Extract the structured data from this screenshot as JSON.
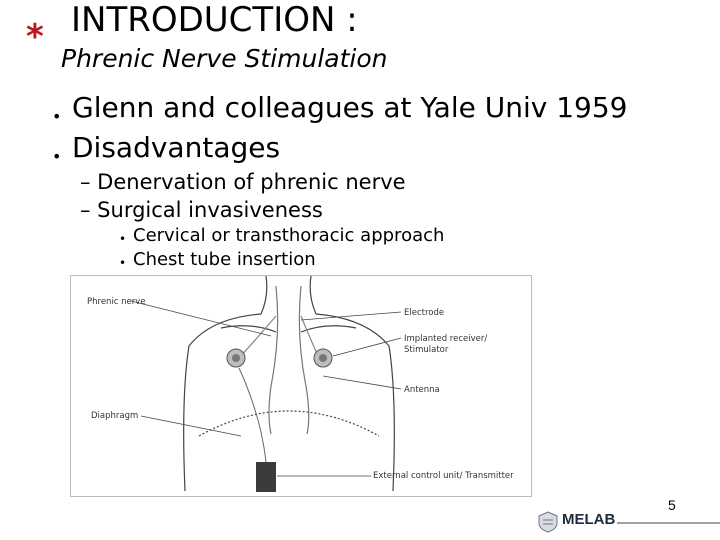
{
  "header": {
    "title": "INTRODUCTION :",
    "subtitle": "Phrenic Nerve Stimulation"
  },
  "bullets": [
    "Glenn and colleagues at Yale Univ 1959",
    "Disadvantages"
  ],
  "sub_bullets": [
    "– Denervation of phrenic nerve",
    "– Surgical invasiveness"
  ],
  "sub_sub_bullets": [
    "Cervical or transthoracic approach",
    "Chest tube insertion"
  ],
  "figure": {
    "labels": {
      "phrenic_nerve": "Phrenic nerve",
      "electrode": "Electrode",
      "receiver_1": "Implanted receiver/",
      "receiver_2": "Stimulator",
      "antenna": "Antenna",
      "diaphragm": "Diaphragm",
      "external": "External control unit/ Transmitter"
    }
  },
  "page_number": "5",
  "logo": {
    "name": "MELAB"
  }
}
